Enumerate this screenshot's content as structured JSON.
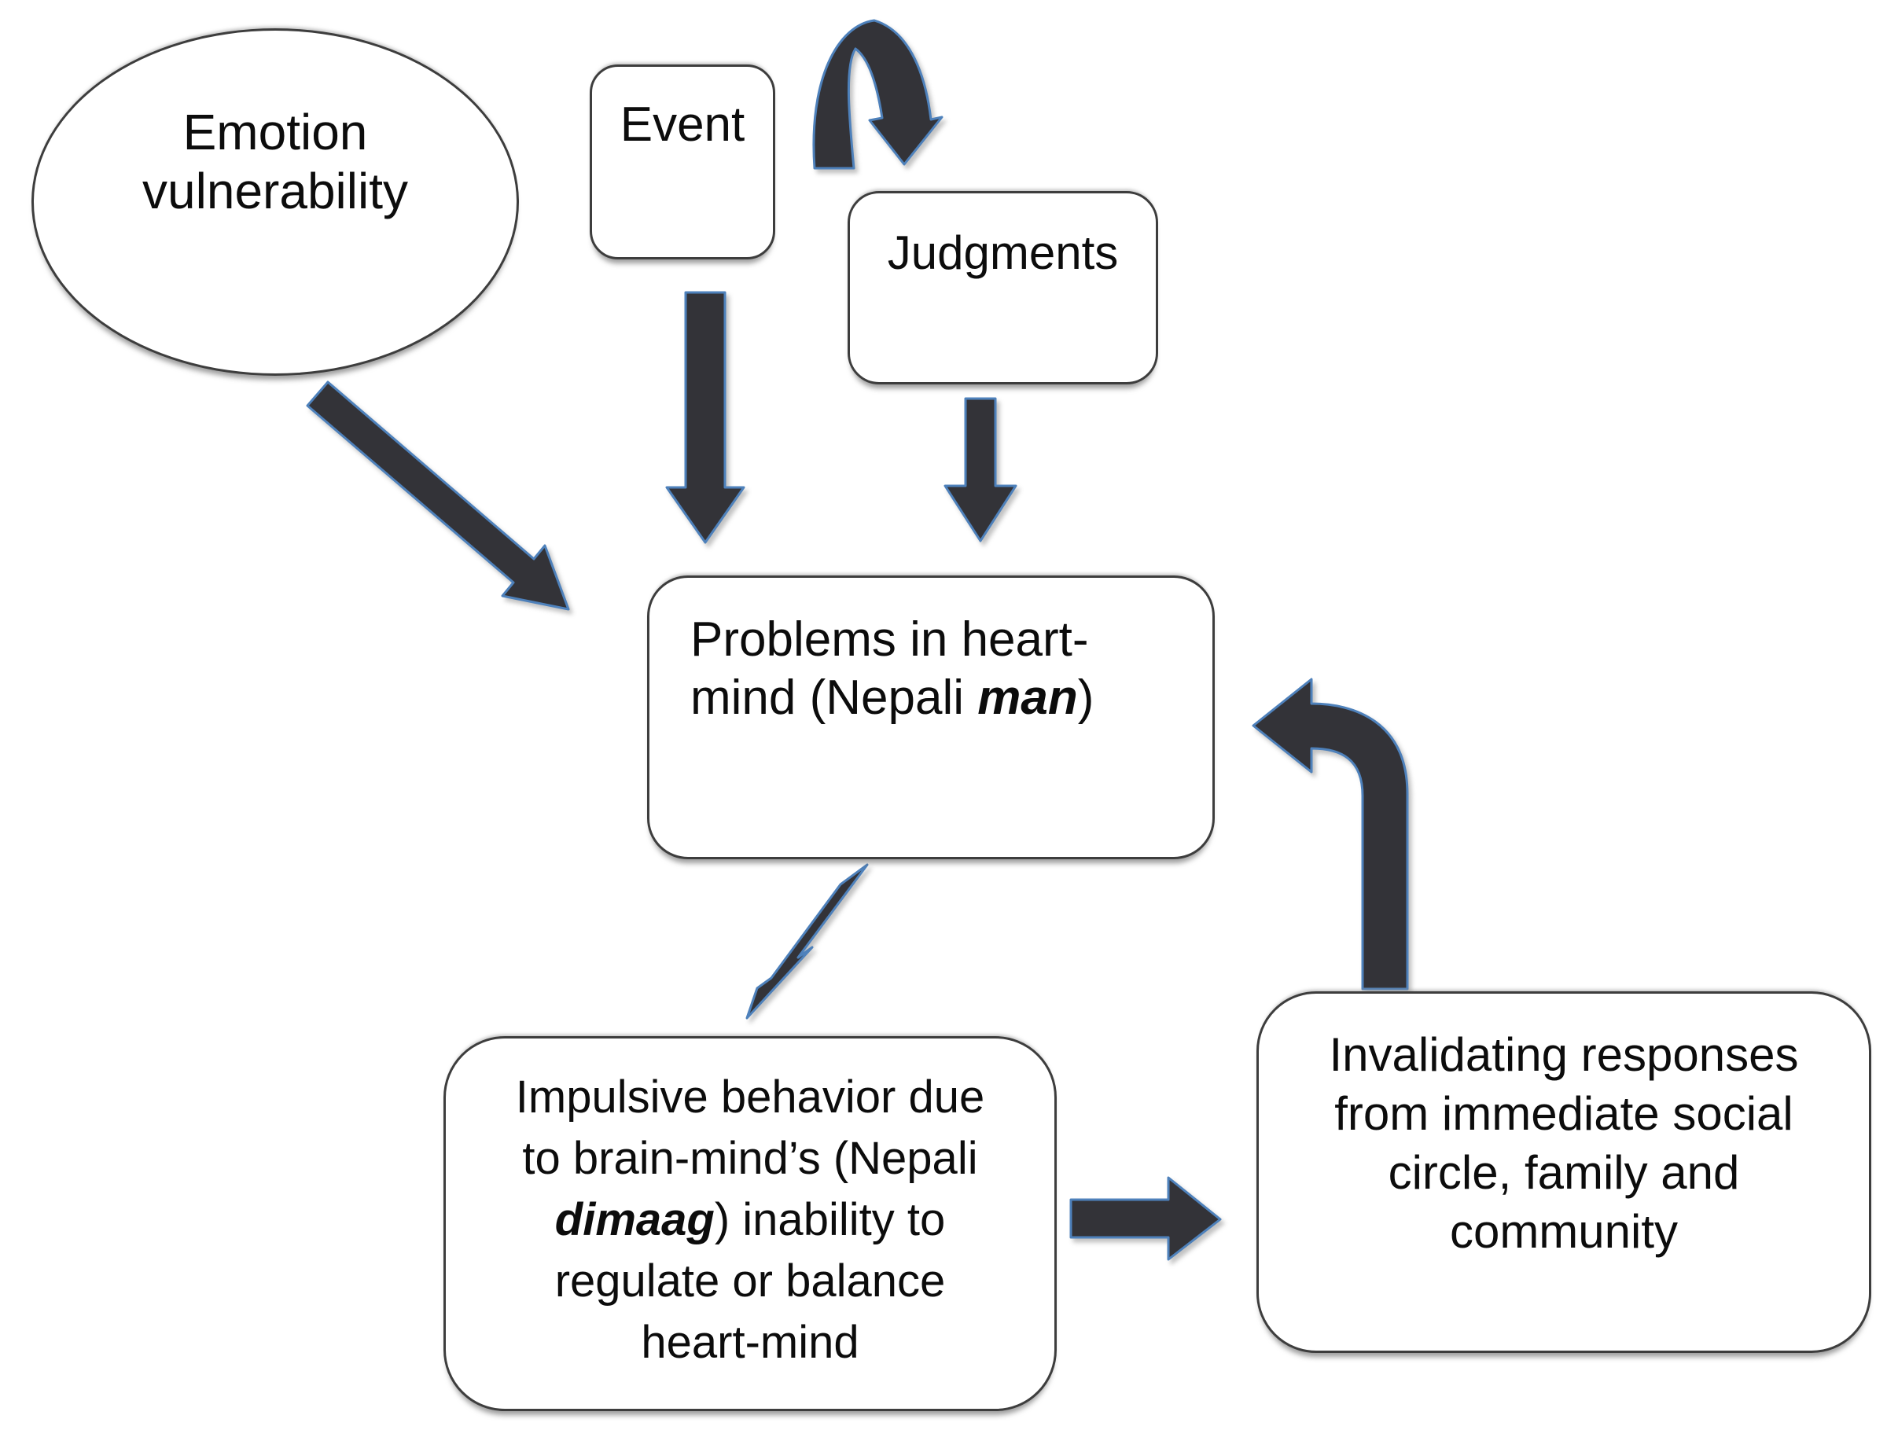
{
  "figure": {
    "type": "flow-diagram",
    "background": "#ffffff",
    "colors": {
      "arrow_fill": "#333338",
      "arrow_outline": "#4e81bb",
      "node_border": "#3d3d3d",
      "node_fill": "#ffffff",
      "text": "#0c0c0c"
    },
    "nodes": {
      "emotion_vulnerability": {
        "shape": "ellipse",
        "line1": "Emotion",
        "line2": "vulnerability"
      },
      "event": {
        "shape": "rounded-rect",
        "label": "Event"
      },
      "judgments": {
        "shape": "rounded-rect",
        "label": "Judgments"
      },
      "problems": {
        "shape": "rounded-rect",
        "line1": "Problems in heart-",
        "line2_pre": "mind (Nepali ",
        "line2_emph": "man",
        "line2_post": ")"
      },
      "impulsive": {
        "shape": "rounded-rect",
        "line1": "Impulsive behavior due",
        "line2": "to brain-mind’s (Nepali",
        "line3_emph": "dimaag",
        "line3_post": ") inability to",
        "line4": "regulate or balance",
        "line5": "heart-mind"
      },
      "invalidating": {
        "shape": "rounded-rect",
        "line1": "Invalidating responses",
        "line2": "from immediate social",
        "line3": "circle, family and",
        "line4": "community"
      }
    },
    "arrows": [
      {
        "name": "event-loop-to-judgments",
        "from": "event",
        "to": "judgments",
        "style": "curved-over-arc"
      },
      {
        "name": "event-to-problems",
        "from": "event",
        "to": "problems",
        "style": "straight-down"
      },
      {
        "name": "judgments-to-problems",
        "from": "judgments",
        "to": "problems",
        "style": "straight-down"
      },
      {
        "name": "emotion-vulnerability-to-problems",
        "from": "emotion_vulnerability",
        "to": "problems",
        "style": "diagonal-down-right"
      },
      {
        "name": "problems-to-impulsive",
        "from": "problems",
        "to": "impulsive",
        "style": "diagonal-down-left"
      },
      {
        "name": "impulsive-to-invalidating",
        "from": "impulsive",
        "to": "invalidating",
        "style": "straight-right"
      },
      {
        "name": "invalidating-to-problems",
        "from": "invalidating",
        "to": "problems",
        "style": "elbow-up-then-left"
      }
    ]
  }
}
